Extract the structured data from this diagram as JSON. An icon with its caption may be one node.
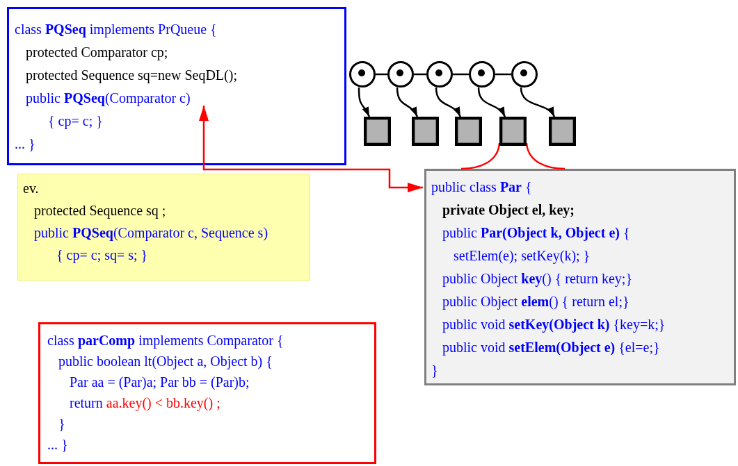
{
  "diagram": {
    "nodes": [
      {
        "text": [
          "class **PQSeq** implements PrQueue {",
          "protected Comparator cp;",
          "protected Sequence sq=new SeqDL();",
          "public **PQSeq**(Comparator c)",
          "{ cp= c; }",
          "... }"
        ]
      },
      {
        "text": [
          "ev.",
          "protected Sequence sq ;",
          "public **PQSeq**(Comparator c, Sequence s)",
          "{ cp= c; sq= s; }"
        ]
      },
      {
        "text": [],
        "shape": "circle"
      },
      {
        "text": [],
        "shape": "circle"
      },
      {
        "text": [],
        "shape": "circle"
      },
      {
        "text": [],
        "shape": "circle"
      },
      {
        "text": [],
        "shape": "circle"
      },
      {
        "text": [],
        "shape": "box"
      },
      {
        "text": [],
        "shape": "box"
      },
      {
        "text": [],
        "shape": "box"
      },
      {
        "text": [],
        "shape": "box"
      },
      {
        "text": [],
        "shape": "box"
      },
      {
        "text": [
          "public class **Par** {",
          "private Object el, key;",
          "public **Par(Object k, Object e)** {",
          "setElem(e); setKey(k); }",
          "public Object **key**() { return key;}",
          "public Object **elem**() { return el;}",
          "public void **setKey(Object k)** {key=k;}",
          "public void **setElem(Object e)** {el=e;}",
          "}"
        ]
      },
      {
        "text": [
          "class **parComp** implements Comparator {",
          "public boolean lt(Object a, Object b) {",
          "Par aa = (Par)a; Par bb = (Par)b;",
          "return",
          "aa.key() < bb.key() ;",
          "}",
          "... }"
        ]
      }
    ],
    "edges": [
      {
        "from": 2,
        "to": 3,
        "arrow": "none"
      },
      {
        "from": 3,
        "to": 4,
        "arrow": "none"
      },
      {
        "from": 4,
        "to": 5,
        "arrow": "none"
      },
      {
        "from": 5,
        "to": 6,
        "arrow": "none"
      },
      {
        "from": 2,
        "to": 7,
        "arrow": "to"
      },
      {
        "from": 3,
        "to": 8,
        "arrow": "to"
      },
      {
        "from": 4,
        "to": 9,
        "arrow": "to"
      },
      {
        "from": 5,
        "to": 10,
        "arrow": "to"
      },
      {
        "from": 6,
        "to": 11,
        "arrow": "to"
      },
      {
        "from": 10,
        "to": 12,
        "arrow": "none",
        "color": "#ff0000"
      },
      {
        "from": 10,
        "to": 12,
        "arrow": "none",
        "color": "#ff0000"
      },
      {
        "from": 0,
        "to": 12,
        "arrow": "both",
        "color": "#ff0000"
      }
    ]
  }
}
